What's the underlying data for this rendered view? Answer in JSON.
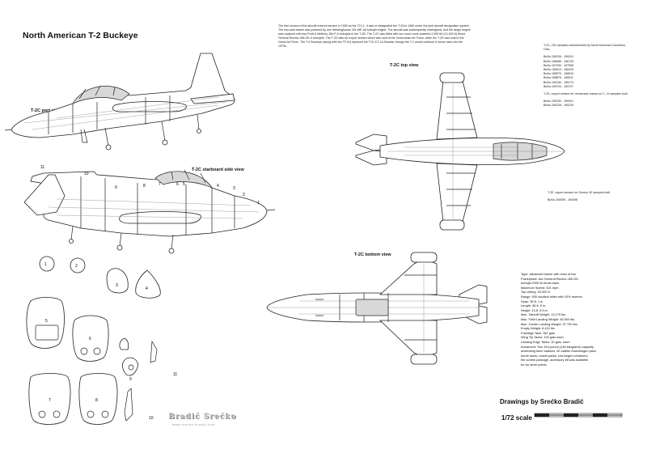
{
  "title": "North American T-2 Buckeye",
  "views": {
    "port_side": "T-2C port side view",
    "starboard_side": "T-2C starboard side view",
    "top": "T-2C top view",
    "bottom": "T-2C bottom view"
  },
  "intro_text": "The first version of the aircraft entered service in 1959 as the T2J-1. It was re-designated the T-2A in 1962 under the joint aircraft designation system. The two-seat trainer was powered by one Westinghouse J34-WE-48 turbojet engine. The aircraft was subsequently redesigned, and the single engine was replaced with two Pratt & Whitney J60-P-6 turbojets in the T-2B. The T-2C was fitted with two much more powerful 2,950 lbf (13,100 N) thrust General Electric J85-GE-4 turbojets. The T-2D was an export version which was sold to the Venezuelan Air Force, while the T-2E was sold to the Greek Air Force. The T-2 Buckeye (along with the TF-9J) replaced the T2V-1/T-1A Seastar, though the T-1 would continue in some uses into the 1970s.",
  "production": {
    "header": "T-2C, 231 samples manufactured by North American Columbus, Ohio",
    "bunos": [
      "BuNo.155238 - 155241",
      "BuNo.156686 - 156733",
      "BuNo.157030 - 157065",
      "BuNo.158310 - 158333",
      "BuNo.158575 - 158610",
      "BuNo.158876 - 158911",
      "BuNo.159150 - 159173",
      "BuNo.159704 - 159727"
    ],
    "t2d_header": "T-2D, export version for Venezuela, based on C, 24 samples built",
    "t2d_bunos": [
      "BuNo.159330 - 159341",
      "BuNo.160228 - 160239"
    ],
    "t2e_header": "T-2E, export version for Greece 40 samples built",
    "t2e_bunos": [
      "BuNo.160059 - 160098"
    ]
  },
  "specs": [
    "Type: advanced trainer with crew of two",
    "Powerplant: two General Electric J85-GE-",
    "turbojet 2950 lb thrust each.",
    "Maximum Speed: 521 mph",
    "Top ceiling: 45,300 ft.",
    "Range: 930 nautical miles with 10% reserve.",
    "Span: 38 ft, 1 in",
    "Length: 38 ft, 8 in.",
    "Height: 14 ft, 9.5 in.",
    "Max. Takeoff Weight: 13,179 lbs",
    "Max. Field Landing Weight: 45,900 lbs.",
    "Max. Carrier Landing Weight: 37,700 lbs.",
    "Empty Weight: 8,115 lbs",
    "Fuselage Tank: 387 gals",
    "Wing Tip Tanks: 102 gals each",
    "Leading Edge Tanks: 30 gals. each",
    "Armament: Two 320-pound (145 kilograms) capacity",
    "underwing store stations .50 caliber machinegun pack,",
    "bomb racks, rocket packs, tow target containers,",
    "fire control package, accessory kit was available",
    "for six store points"
  ],
  "credit": "Drawings by Srećko Bradić",
  "scale": "1/72 scale",
  "signature": "Bradić Srećko",
  "signature_url": "www.srecko-bradic.com",
  "side_numbers": [
    "11",
    "10",
    "9",
    "8",
    "7",
    "6",
    "5",
    "4",
    "3",
    "2",
    "1"
  ],
  "detail_numbers": [
    "1",
    "2",
    "3",
    "4",
    "5",
    "6",
    "7",
    "8",
    "9",
    "10",
    "11"
  ]
}
